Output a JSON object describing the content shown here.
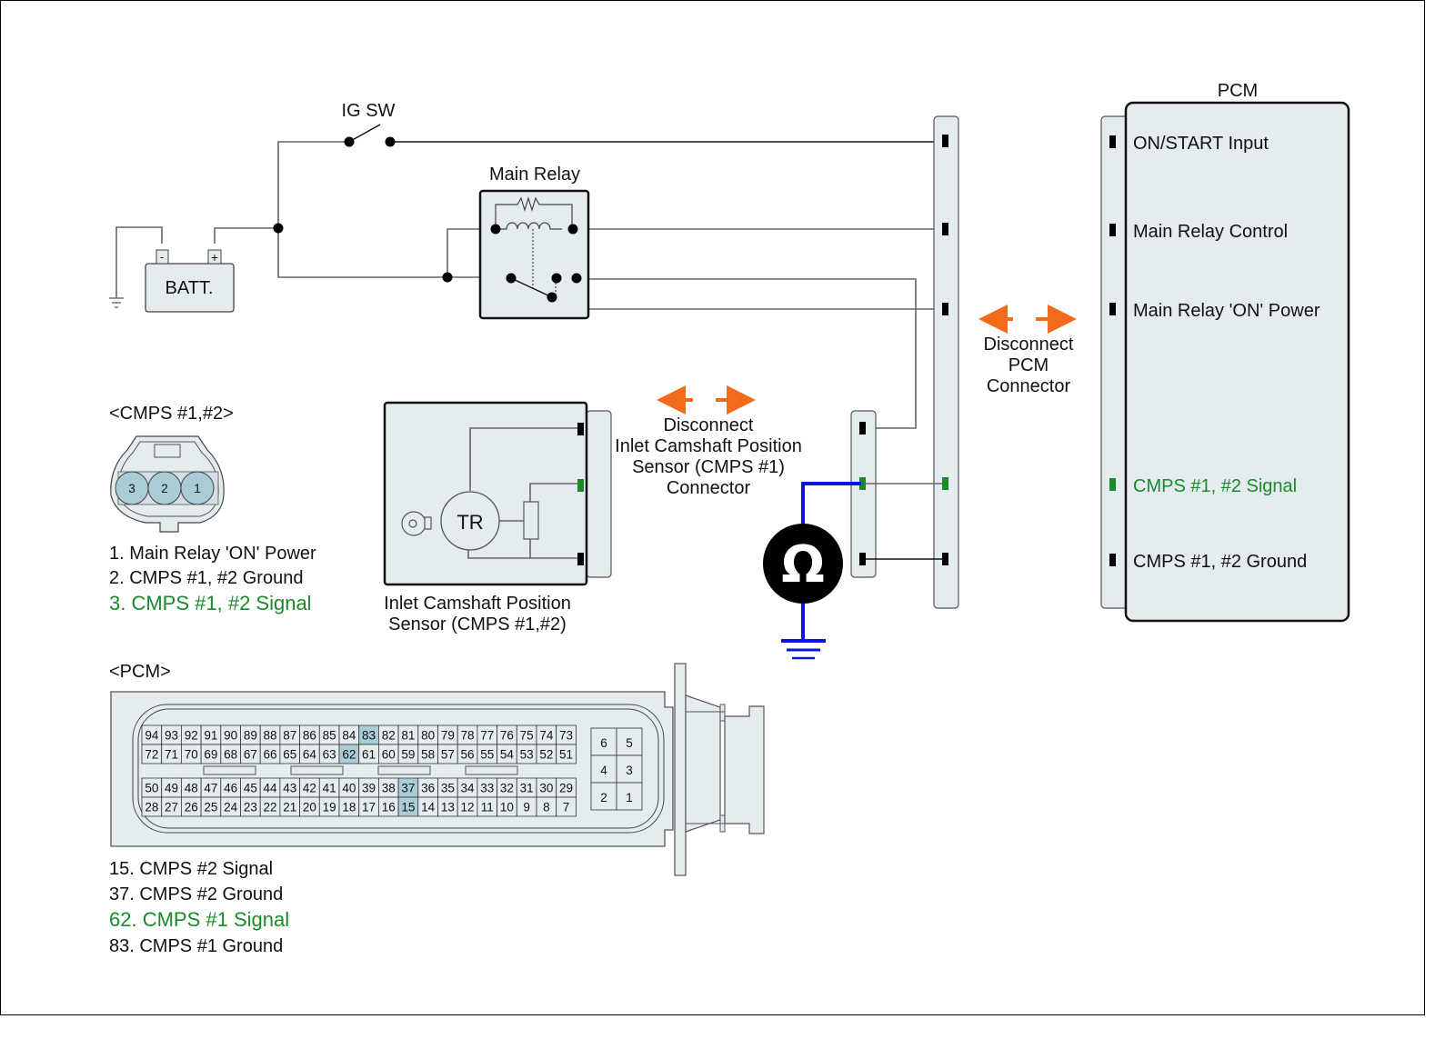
{
  "colors": {
    "signal_green": "#1a8a2a",
    "meter_lead_blue": "#0a14e0",
    "disconnect_arrow_orange": "#f26a1b",
    "component_fill": "#e4ecef",
    "pin_highlight": "#a9ccd6"
  },
  "labels": {
    "ig_sw": "IG SW",
    "main_relay": "Main Relay",
    "battery": "BATT.",
    "battery_neg": "-",
    "battery_pos": "+",
    "pcm_title": "PCM",
    "ohmmeter_symbol": "Ω",
    "sensor_tr": "TR"
  },
  "pcm_pins": [
    {
      "label": "ON/START Input",
      "highlight": false
    },
    {
      "label": "Main Relay Control",
      "highlight": false
    },
    {
      "label": "Main Relay 'ON' Power",
      "highlight": false
    },
    {
      "label": "CMPS #1, #2 Signal",
      "highlight": true
    },
    {
      "label": "CMPS #1, #2 Ground",
      "highlight": false
    }
  ],
  "disconnect_pcm": [
    "Disconnect",
    "PCM",
    "Connector"
  ],
  "disconnect_cmps": [
    "Disconnect",
    "Inlet Camshaft Position",
    "Sensor (CMPS #1)",
    "Connector"
  ],
  "sensor_caption": [
    "Inlet Camshaft Position",
    "Sensor (CMPS #1,#2)"
  ],
  "cmps_connector": {
    "title": "<CMPS #1,#2>",
    "pins": [
      "3",
      "2",
      "1"
    ],
    "legend": [
      {
        "text": "1. Main Relay 'ON' Power",
        "highlight": false
      },
      {
        "text": "2. CMPS #1, #2 Ground",
        "highlight": false
      },
      {
        "text": "3. CMPS #1, #2 Signal",
        "highlight": true
      }
    ]
  },
  "pcm_connector": {
    "title": "<PCM>",
    "rows": [
      [
        "94",
        "93",
        "92",
        "91",
        "90",
        "89",
        "88",
        "87",
        "86",
        "85",
        "84",
        "83",
        "82",
        "81",
        "80",
        "79",
        "78",
        "77",
        "76",
        "75",
        "74",
        "73"
      ],
      [
        "72",
        "71",
        "70",
        "69",
        "68",
        "67",
        "66",
        "65",
        "64",
        "63",
        "62",
        "61",
        "60",
        "59",
        "58",
        "57",
        "56",
        "55",
        "54",
        "53",
        "52",
        "51"
      ],
      [
        "50",
        "49",
        "48",
        "47",
        "46",
        "45",
        "44",
        "43",
        "42",
        "41",
        "40",
        "39",
        "38",
        "37",
        "36",
        "35",
        "34",
        "33",
        "32",
        "31",
        "30",
        "29"
      ],
      [
        "28",
        "27",
        "26",
        "25",
        "24",
        "23",
        "22",
        "21",
        "20",
        "19",
        "18",
        "17",
        "16",
        "15",
        "14",
        "13",
        "12",
        "11",
        "10",
        "9",
        "8",
        "7"
      ]
    ],
    "highlighted_pins": [
      "83",
      "62",
      "37",
      "15"
    ],
    "small_block": [
      [
        "6",
        "5"
      ],
      [
        "4",
        "3"
      ],
      [
        "2",
        "1"
      ]
    ],
    "legend": [
      {
        "text": "15. CMPS #2 Signal",
        "highlight": false
      },
      {
        "text": "37. CMPS #2 Ground",
        "highlight": false
      },
      {
        "text": "62. CMPS #1 Signal",
        "highlight": true
      },
      {
        "text": "83. CMPS #1 Ground",
        "highlight": false
      }
    ]
  }
}
